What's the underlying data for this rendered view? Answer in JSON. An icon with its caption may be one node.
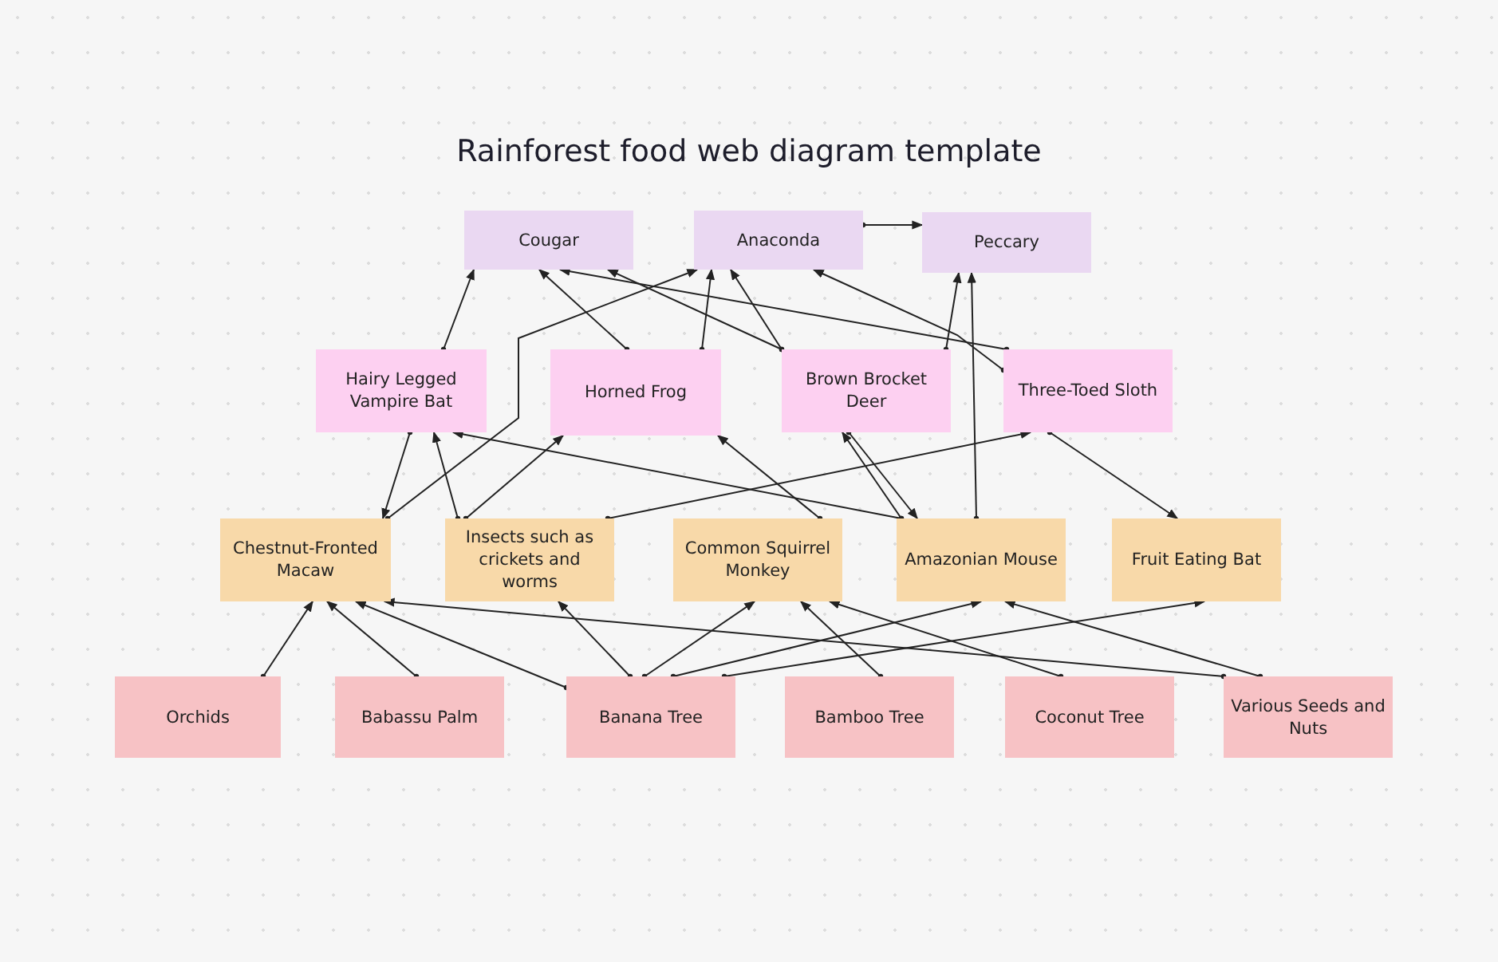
{
  "diagram": {
    "title": "Rainforest food web diagram template",
    "nodes": [
      {
        "text": [
          "Cougar"
        ]
      },
      {
        "text": [
          "Anaconda"
        ]
      },
      {
        "text": [
          "Peccary"
        ]
      },
      {
        "text": [
          "Hairy Legged Vampire Bat"
        ]
      },
      {
        "text": [
          "Horned Frog"
        ]
      },
      {
        "text": [
          "Brown Brocket Deer"
        ]
      },
      {
        "text": [
          "Three-Toed Sloth"
        ]
      },
      {
        "text": [
          "Chestnut-Fronted Macaw"
        ]
      },
      {
        "text": [
          "Insects such as crickets and worms"
        ]
      },
      {
        "text": [
          "Common Squirrel Monkey"
        ]
      },
      {
        "text": [
          "Amazonian Mouse"
        ]
      },
      {
        "text": [
          "Fruit Eating Bat"
        ]
      },
      {
        "text": [
          "Orchids"
        ]
      },
      {
        "text": [
          "Babassu Palm"
        ]
      },
      {
        "text": [
          "Banana Tree"
        ]
      },
      {
        "text": [
          "Bamboo Tree"
        ]
      },
      {
        "text": [
          "Coconut Tree"
        ]
      },
      {
        "text": [
          "Various Seeds and Nuts"
        ]
      }
    ],
    "edges": [
      {
        "from": 1,
        "to": 2,
        "arrow": "to"
      },
      {
        "from": 3,
        "to": 0,
        "arrow": "to"
      },
      {
        "from": 4,
        "to": 0,
        "arrow": "to"
      },
      {
        "from": 7,
        "to": 1,
        "arrow": "to"
      },
      {
        "from": 4,
        "to": 1,
        "arrow": "to"
      },
      {
        "from": 5,
        "to": 0,
        "arrow": "to"
      },
      {
        "from": 6,
        "to": 0,
        "arrow": "to"
      },
      {
        "from": 5,
        "to": 1,
        "arrow": "to"
      },
      {
        "from": 6,
        "to": 1,
        "arrow": "to"
      },
      {
        "from": 5,
        "to": 2,
        "arrow": "to"
      },
      {
        "from": 10,
        "to": 2,
        "arrow": "to"
      },
      {
        "from": 3,
        "to": 7,
        "arrow": "to"
      },
      {
        "from": 8,
        "to": 3,
        "arrow": "to"
      },
      {
        "from": 10,
        "to": 3,
        "arrow": "to"
      },
      {
        "from": 8,
        "to": 4,
        "arrow": "to"
      },
      {
        "from": 8,
        "to": 6,
        "arrow": "to"
      },
      {
        "from": 9,
        "to": 4,
        "arrow": "to"
      },
      {
        "from": 10,
        "to": 5,
        "arrow": "to"
      },
      {
        "from": 5,
        "to": 10,
        "arrow": "to"
      },
      {
        "from": 6,
        "to": 11,
        "arrow": "to"
      },
      {
        "from": 12,
        "to": 7,
        "arrow": "to"
      },
      {
        "from": 13,
        "to": 7,
        "arrow": "to"
      },
      {
        "from": 14,
        "to": 7,
        "arrow": "to"
      },
      {
        "from": 17,
        "to": 7,
        "arrow": "to"
      },
      {
        "from": 14,
        "to": 8,
        "arrow": "to"
      },
      {
        "from": 14,
        "to": 9,
        "arrow": "to"
      },
      {
        "from": 14,
        "to": 10,
        "arrow": "to"
      },
      {
        "from": 14,
        "to": 11,
        "arrow": "to"
      },
      {
        "from": 15,
        "to": 9,
        "arrow": "to"
      },
      {
        "from": 16,
        "to": 9,
        "arrow": "to"
      },
      {
        "from": 17,
        "to": 10,
        "arrow": "to"
      }
    ]
  }
}
